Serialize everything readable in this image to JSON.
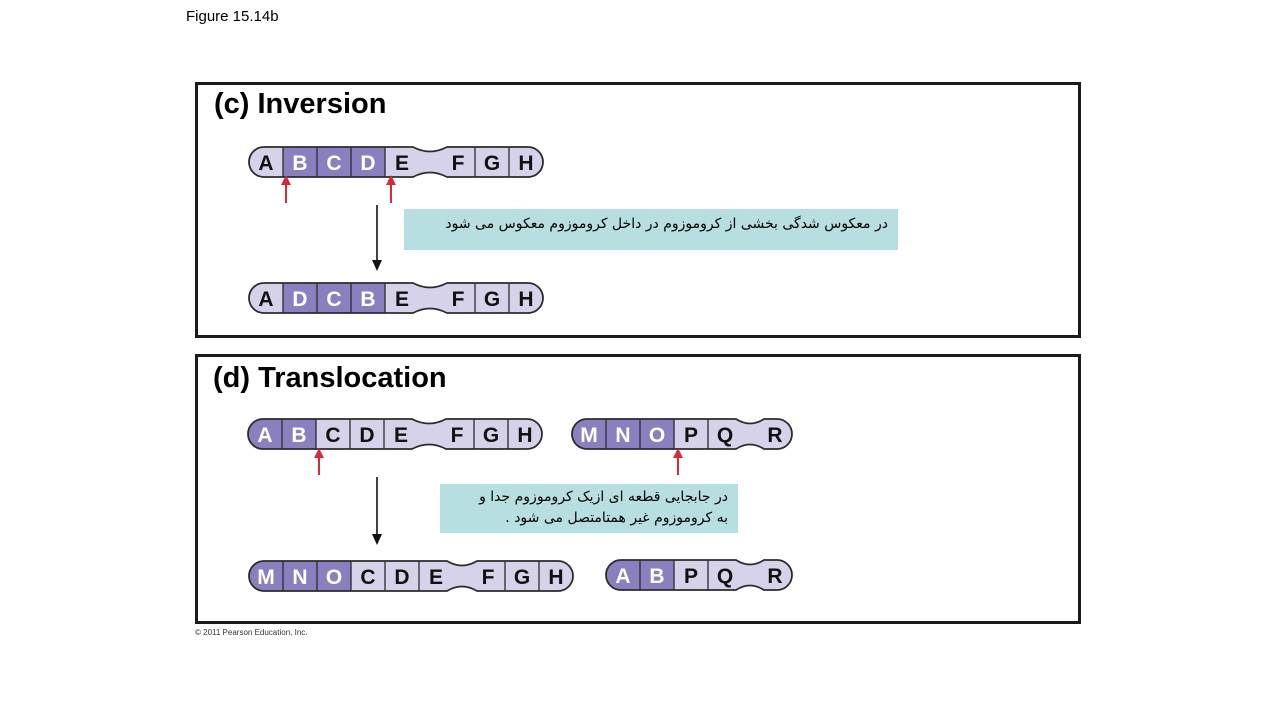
{
  "figure_label": "Figure 15.14b",
  "copyright": "© 2011 Pearson Education, Inc.",
  "colors": {
    "dark_segment": "#8b80bf",
    "light_segment": "#d6d2ea",
    "outline": "#2b2b2b",
    "arrow_red": "#d42a3a",
    "note_bg": "#b7dfe1"
  },
  "panel_c": {
    "title": "(c) Inversion",
    "note": "در معکوس شدگی بخشی از کروموزوم در داخل کروموزوم معکوس می شود",
    "before": {
      "left": [
        {
          "label": "A",
          "shade": "light"
        },
        {
          "label": "B",
          "shade": "dark"
        },
        {
          "label": "C",
          "shade": "dark"
        },
        {
          "label": "D",
          "shade": "dark"
        },
        {
          "label": "E",
          "shade": "light"
        }
      ],
      "right": [
        {
          "label": "F",
          "shade": "light"
        },
        {
          "label": "G",
          "shade": "light"
        },
        {
          "label": "H",
          "shade": "light"
        }
      ]
    },
    "after": {
      "left": [
        {
          "label": "A",
          "shade": "light"
        },
        {
          "label": "D",
          "shade": "dark"
        },
        {
          "label": "C",
          "shade": "dark"
        },
        {
          "label": "B",
          "shade": "dark"
        },
        {
          "label": "E",
          "shade": "light"
        }
      ],
      "right": [
        {
          "label": "F",
          "shade": "light"
        },
        {
          "label": "G",
          "shade": "light"
        },
        {
          "label": "H",
          "shade": "light"
        }
      ]
    }
  },
  "panel_d": {
    "title": "(d) Translocation",
    "note_lines": [
      "در جابجایی قطعه ای ازیک کروموزوم جدا و",
      "به کروموزوم غیر همتامتصل می شود ."
    ],
    "before_1": {
      "left": [
        {
          "label": "A",
          "shade": "dark"
        },
        {
          "label": "B",
          "shade": "dark"
        },
        {
          "label": "C",
          "shade": "light"
        },
        {
          "label": "D",
          "shade": "light"
        },
        {
          "label": "E",
          "shade": "light"
        }
      ],
      "right": [
        {
          "label": "F",
          "shade": "light"
        },
        {
          "label": "G",
          "shade": "light"
        },
        {
          "label": "H",
          "shade": "light"
        }
      ]
    },
    "before_2": {
      "left": [
        {
          "label": "M",
          "shade": "dark"
        },
        {
          "label": "N",
          "shade": "dark"
        },
        {
          "label": "O",
          "shade": "dark"
        },
        {
          "label": "P",
          "shade": "light"
        },
        {
          "label": "Q",
          "shade": "light"
        }
      ],
      "right": [
        {
          "label": "R",
          "shade": "light"
        }
      ]
    },
    "after_1": {
      "left": [
        {
          "label": "M",
          "shade": "dark"
        },
        {
          "label": "N",
          "shade": "dark"
        },
        {
          "label": "O",
          "shade": "dark"
        },
        {
          "label": "C",
          "shade": "light"
        },
        {
          "label": "D",
          "shade": "light"
        },
        {
          "label": "E",
          "shade": "light"
        }
      ],
      "right": [
        {
          "label": "F",
          "shade": "light"
        },
        {
          "label": "G",
          "shade": "light"
        },
        {
          "label": "H",
          "shade": "light"
        }
      ]
    },
    "after_2": {
      "left": [
        {
          "label": "A",
          "shade": "dark"
        },
        {
          "label": "B",
          "shade": "dark"
        },
        {
          "label": "P",
          "shade": "light"
        },
        {
          "label": "Q",
          "shade": "light"
        }
      ],
      "right": [
        {
          "label": "R",
          "shade": "light"
        }
      ]
    }
  }
}
